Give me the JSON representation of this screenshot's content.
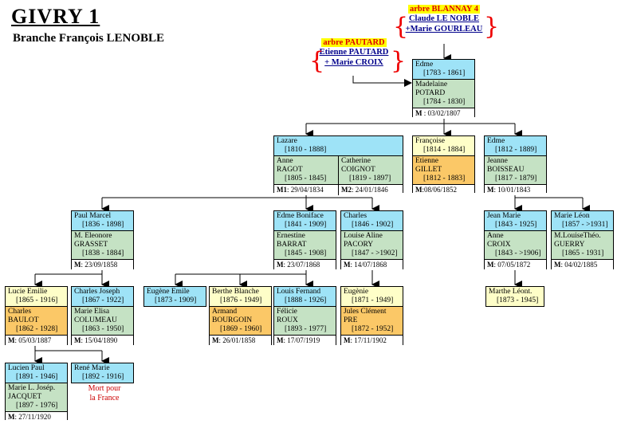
{
  "title": "GIVRY 1",
  "subtitle": "Branche François LENOBLE",
  "refs": {
    "blannay": {
      "tag": "arbre BLANNAY 4",
      "line1": "Claude LE NOBLE",
      "line2": "+Marie GOURLEAU"
    },
    "pautard": {
      "tag": "arbre PAUTARD",
      "line1": "Etienne PAUTARD",
      "line2": "+ Marie  CROIX"
    }
  },
  "cards": {
    "edme1": {
      "name": "Edme",
      "dates": "[1783 - 1861]",
      "spouse1": "Madelaine",
      "spouse2": "POTARD",
      "sdates": "[1784 - 1830]",
      "mlabel": "M",
      "mdate": ": 03/02/1807"
    },
    "lazare": {
      "name": "Lazare",
      "dates": "[1810 - 1888]",
      "w1name": "Anne",
      "w1sur": "RAGOT",
      "w1dates": "[1805 - 1845]",
      "w2name": "Catherine",
      "w2sur": "COIGNOT",
      "w2dates": "[1819 - 1897]",
      "m1label": "M1",
      "m1date": ": 29/04/1834",
      "m2label": "M2",
      "m2date": ": 24/01/1846"
    },
    "francoise": {
      "name": "Françoise",
      "dates": "[1814 - 1884]",
      "spouse1": "Etienne",
      "spouse2": "GILLET",
      "sdates": "[1812 - 1883]",
      "mlabel": "M",
      "mdate": ":08/06/1852"
    },
    "edme2": {
      "name": "Edme",
      "dates": "[1812 - 1889]",
      "spouse1": "Jeanne",
      "spouse2": "BOISSEAU",
      "sdates": "[1817 - 1879]",
      "mlabel": "M",
      "mdate": ": 10/01/1843"
    },
    "paul": {
      "name": "Paul Marcel",
      "dates": "[1836 - 1898]",
      "spouse1": "M. Eleonore",
      "spouse2": "GRASSET",
      "sdates": "[1838 - 1884]",
      "mlabel": "M",
      "mdate": ": 23/09/1858"
    },
    "boniface": {
      "name": "Edme Boniface",
      "dates": "[1841 - 1909]",
      "spouse1": "Ernestine",
      "spouse2": "BARRAT",
      "sdates": "[1845 - 1908]",
      "mlabel": "M",
      "mdate": ": 23/07/1868"
    },
    "charles": {
      "name": "Charles",
      "dates": "[1846 - 1902]",
      "spouse1": "Louise Aline",
      "spouse2": "PACORY",
      "sdates": "[1847 - >1902]",
      "mlabel": "M",
      "mdate": ": 14/07/1868"
    },
    "jeanmarie": {
      "name": "Jean Marie",
      "dates": "[1843 - 1925]",
      "spouse1": "Anne",
      "spouse2": "CROIX",
      "sdates": "[1843 - >1906]",
      "mlabel": "M",
      "mdate": ": 07/05/1872"
    },
    "marieleon": {
      "name": "Marie Léon",
      "dates": "[1857 - >1931]",
      "spouse1": "M.LouiseThéo.",
      "spouse2": "GUERRY",
      "sdates": "[1865 - 1931]",
      "mlabel": "M",
      "mdate": ": 04/02/1885"
    },
    "lucie": {
      "name": "Lucie Emilie",
      "dates": "[1865 - 1916]",
      "spouse1": "Charles",
      "spouse2": "BAULOT",
      "sdates": "[1862 - 1928]",
      "mlabel": "M",
      "mdate": ": 05/03/1887"
    },
    "charlesj": {
      "name": "Charles Joseph",
      "dates": "[1867 - 1922]",
      "spouse1": "Marie Elisa",
      "spouse2": "COLUMEAU",
      "sdates": "[1863 - 1950]",
      "mlabel": "M",
      "mdate": ": 15/04/1890"
    },
    "eugene": {
      "name": "Eugène Emile",
      "dates": "[1873 - 1909]"
    },
    "berthe": {
      "name": "Berthe Blanche",
      "dates": "[1876 - 1949]",
      "spouse1": "Armand",
      "spouse2": "BOURGOIN",
      "sdates": "[1869 - 1960]",
      "mlabel": "M",
      "mdate": ": 26/01/1858"
    },
    "louis": {
      "name": "Louis Fernand",
      "dates": "[1888 - 1926]",
      "spouse1": "Félicie",
      "spouse2": "ROUX",
      "sdates": "[1893 - 1977]",
      "mlabel": "M",
      "mdate": ": 17/07/1919"
    },
    "eugenie": {
      "name": "Eugènie",
      "dates": "[1871 - 1949]",
      "spouse1": "Jules Clément",
      "spouse2": "PRE",
      "sdates": "[1872 - 1952]",
      "mlabel": "M",
      "mdate": ": 17/11/1902"
    },
    "marthe": {
      "name": "Marthe Léont.",
      "dates": "[1873 - 1945]"
    },
    "lucien": {
      "name": "Lucien Paul",
      "dates": "[1891 - 1946]",
      "spouse1": "Marie L. Josép.",
      "spouse2": "JACQUET",
      "sdates": "[1897 - 1976]",
      "mlabel": "M",
      "mdate": ": 27/11/1920"
    },
    "rene": {
      "name": "René Marie",
      "dates": "[1892 - 1916]"
    }
  },
  "note": {
    "line1": "Mort pour",
    "line2": "la France"
  },
  "colors": {
    "male": "#9ee3f7",
    "female": "#fefec8",
    "spouse_f": "#c5e2c4",
    "spouse_m": "#fbc867",
    "brace": "#e00000",
    "ref_tag": "#ffff00"
  }
}
